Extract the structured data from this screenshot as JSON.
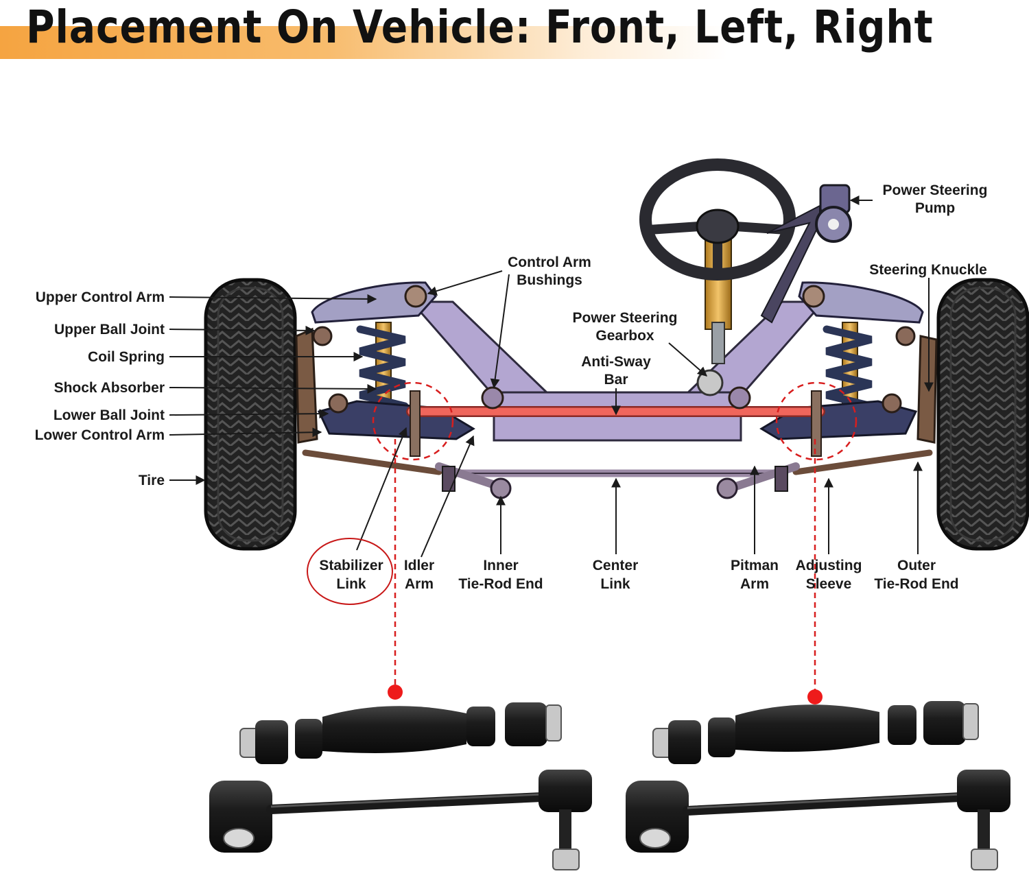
{
  "title": "Placement On Vehicle: Front, Left, Right",
  "colors": {
    "accent": "#f5a441",
    "highlight": "#d81e1e",
    "frame": "#a89bc6",
    "sway_bar": "#f0665c",
    "spring": "#2b3556"
  },
  "labels": {
    "upper_control_arm": "Upper Control Arm",
    "upper_ball_joint": "Upper Ball Joint",
    "coil_spring": "Coil Spring",
    "shock_absorber": "Shock Absorber",
    "lower_ball_joint": "Lower Ball Joint",
    "lower_control_arm": "Lower Control Arm",
    "tire": "Tire",
    "control_arm_bushings": [
      "Control Arm",
      "Bushings"
    ],
    "power_steering_gearbox": [
      "Power Steering",
      "Gearbox"
    ],
    "anti_sway_bar": [
      "Anti-Sway",
      "Bar"
    ],
    "power_steering_pump": [
      "Power Steering",
      "Pump"
    ],
    "steering_knuckle": "Steering Knuckle",
    "stabilizer_link": [
      "Stabilizer",
      "Link"
    ],
    "idler_arm": [
      "Idler",
      "Arm"
    ],
    "inner_tie_rod_end": [
      "Inner",
      "Tie-Rod End"
    ],
    "center_link": [
      "Center",
      "Link"
    ],
    "pitman_arm": [
      "Pitman",
      "Arm"
    ],
    "adjusting_sleeve": [
      "Adjusting",
      "Sleeve"
    ],
    "outer_tie_rod_end": [
      "Outer",
      "Tie-Rod End"
    ]
  }
}
